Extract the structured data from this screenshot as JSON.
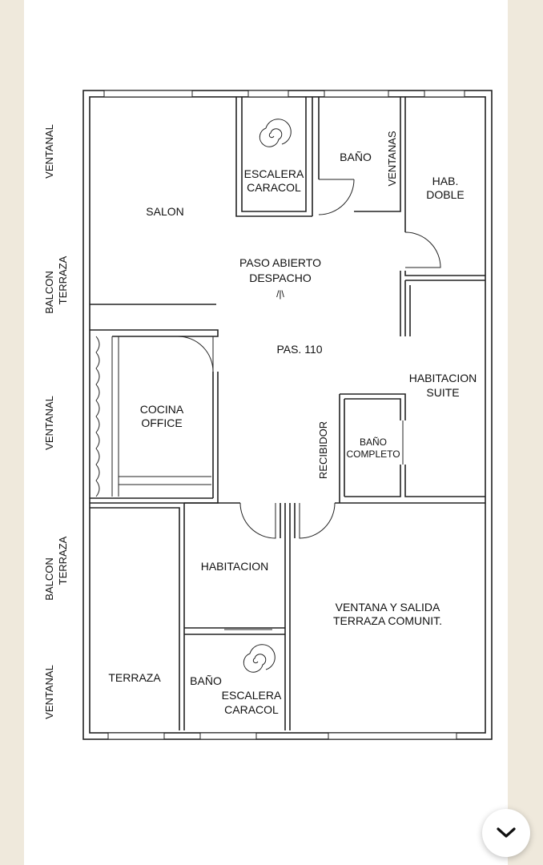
{
  "rooms": {
    "salon": "SALON",
    "escalera1_l1": "ESCALERA",
    "escalera1_l2": "CARACOL",
    "bano1": "BAÑO",
    "ventanas": "VENTANAS",
    "hab_doble_l1": "HAB.",
    "hab_doble_l2": "DOBLE",
    "paso_l1": "PASO ABIERTO",
    "paso_l2": "DESPACHO",
    "paso_mark": "/|\\",
    "pasillo": "PAS. 110",
    "cocina_l1": "COCINA",
    "cocina_l2": "OFFICE",
    "suite_l1": "HABITACION",
    "suite_l2": "SUITE",
    "bano_completo_l1": "BAÑO",
    "bano_completo_l2": "COMPLETO",
    "recibidor": "RECIBIDOR",
    "habitacion": "HABITACION",
    "terraza_com_l1": "VENTANA Y SALIDA",
    "terraza_com_l2": "TERRAZA COMUNIT.",
    "terraza": "TERRAZA",
    "bano2": "BAÑO",
    "escalera2_l1": "ESCALERA",
    "escalera2_l2": "CARACOL"
  },
  "exterior": {
    "ventanal_1": "VENTANAL",
    "balcon_1_l1": "BALCON",
    "balcon_1_l2": "TERRAZA",
    "ventanal_2": "VENTANAL",
    "balcon_2_l1": "BALCON",
    "balcon_2_l2": "TERRAZA",
    "ventanal_3": "VENTANAL"
  },
  "icons": {
    "scroll": "chevron-down-icon",
    "stairs": "spiral-stair-icon"
  }
}
